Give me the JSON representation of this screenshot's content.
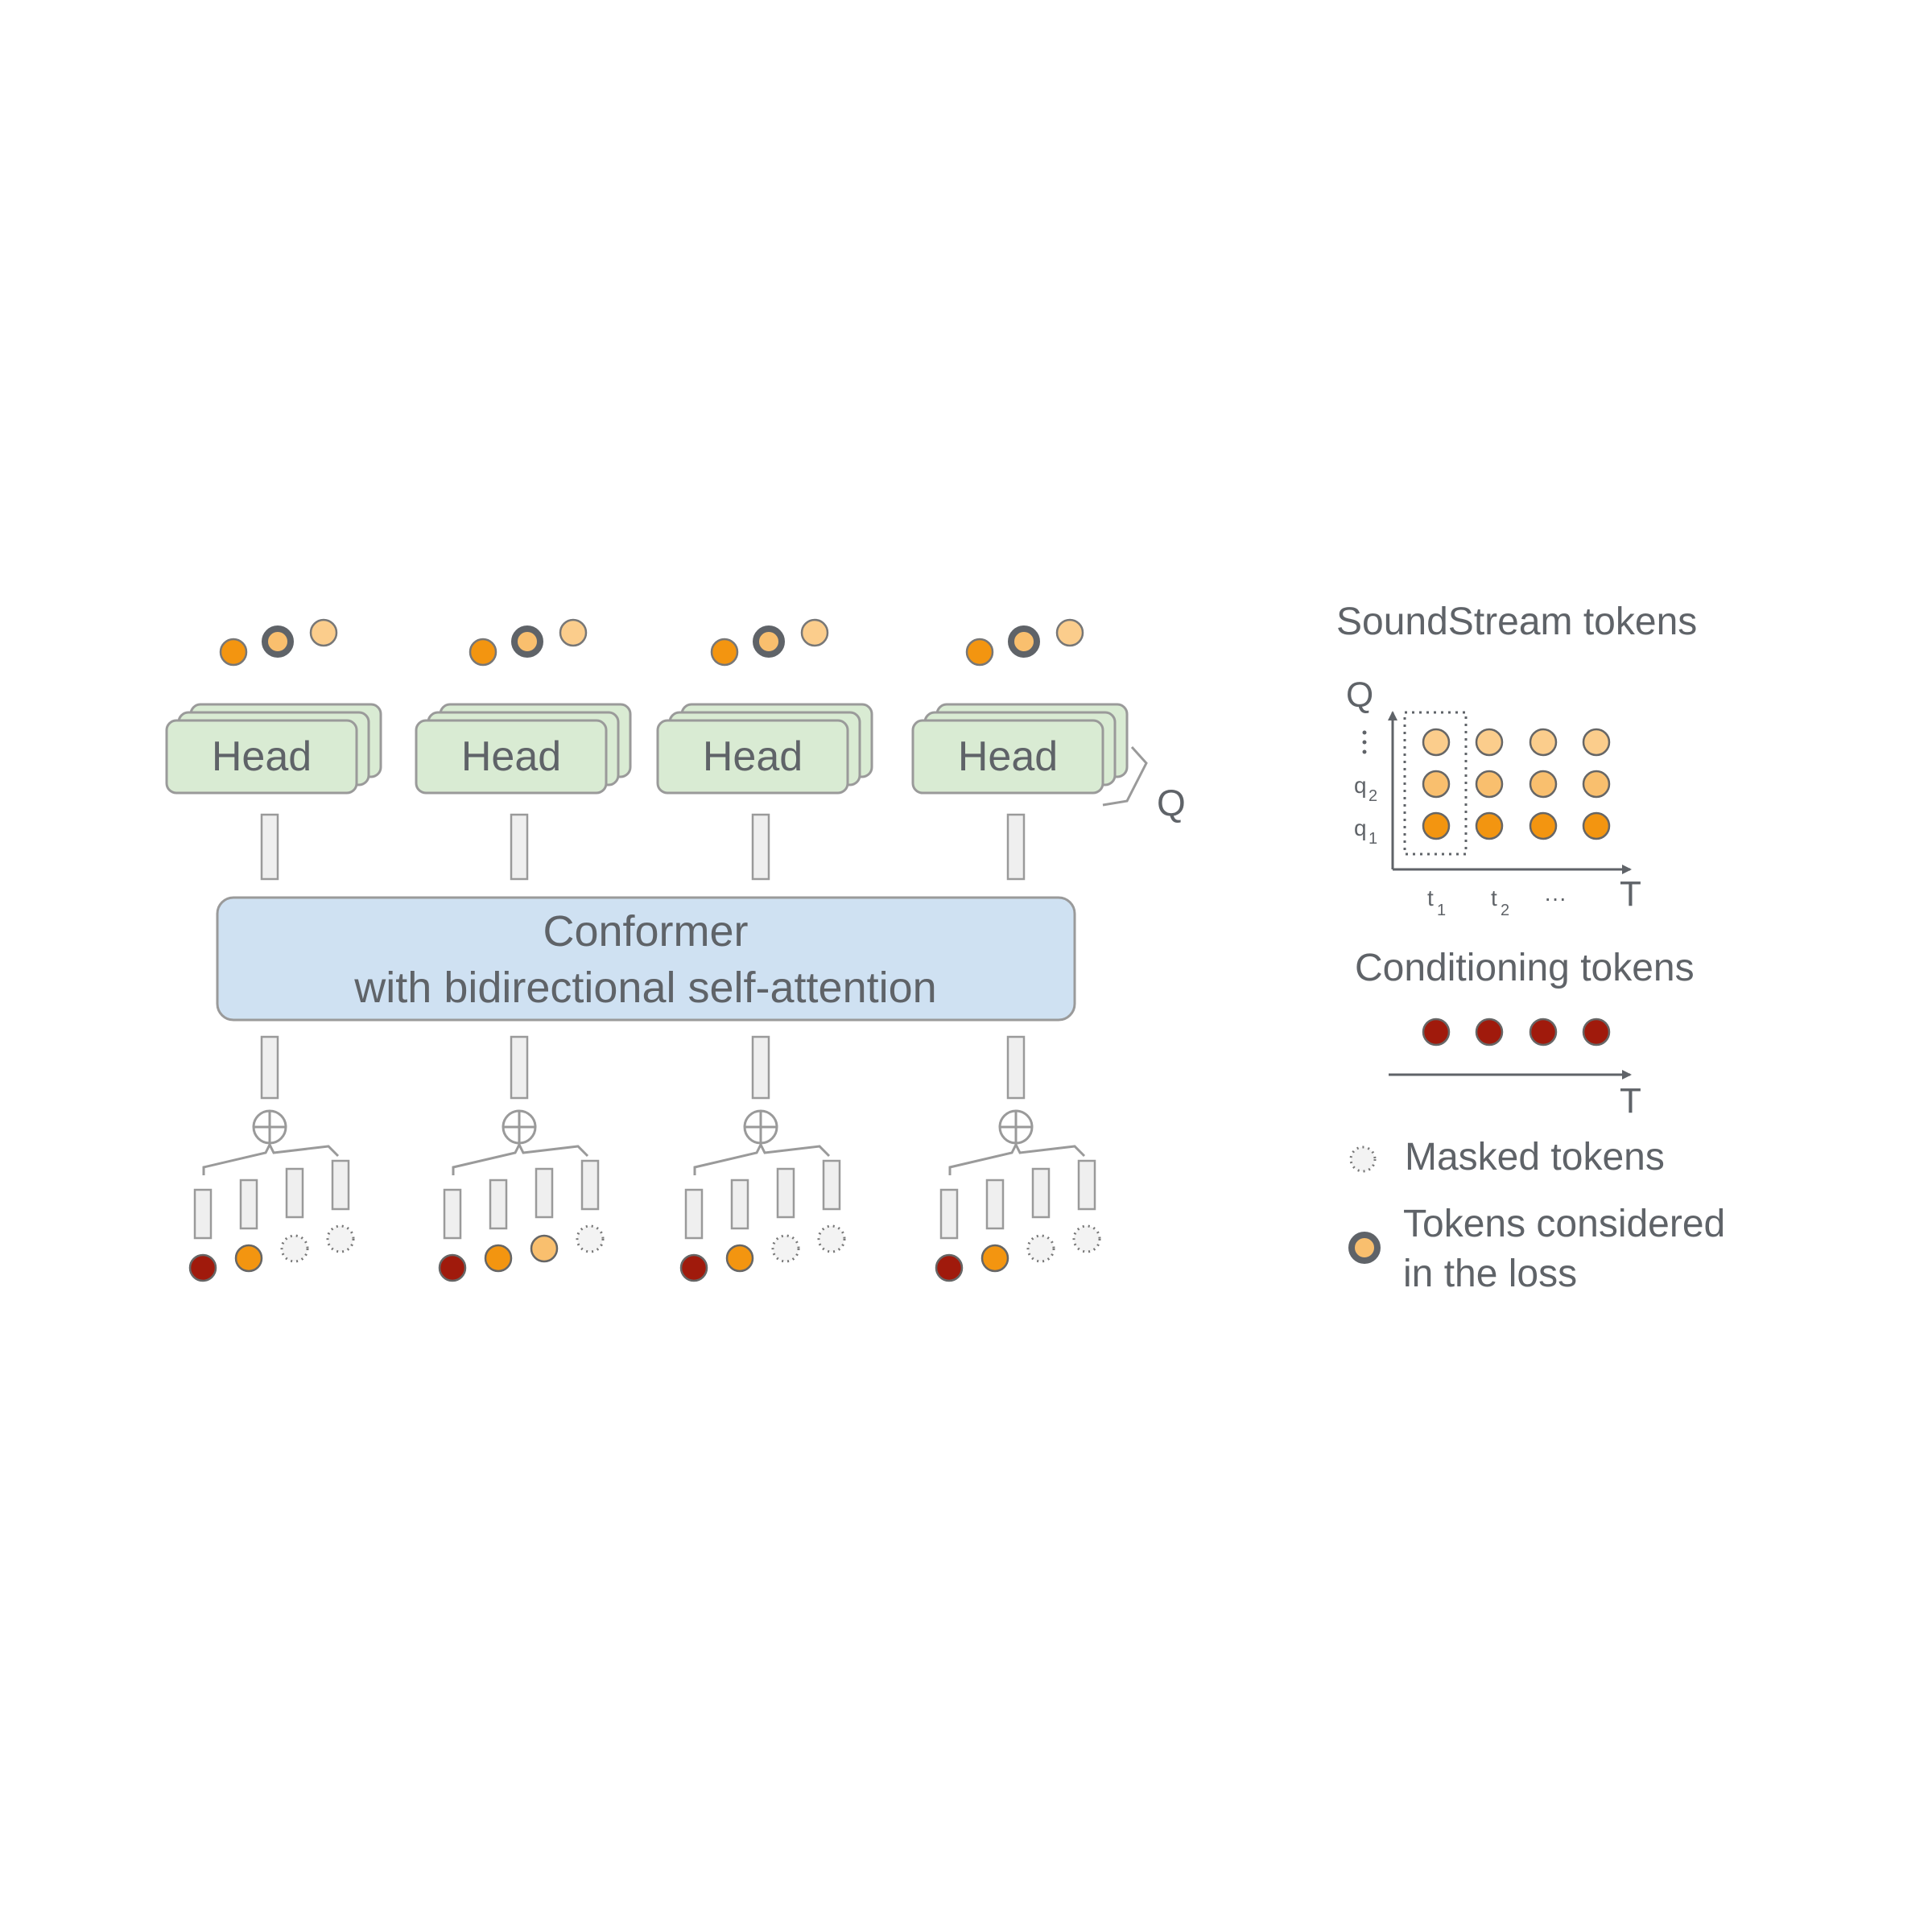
{
  "colors": {
    "token_q1": "#f39510",
    "token_q2": "#f9bf6e",
    "token_upper": "#fbcd8c",
    "conditioning": "#a01a0c",
    "loss_ring": "#5f6368",
    "head_fill": "#d9ebd3",
    "conformer_fill": "#cfe1f2",
    "box_stroke": "#9a9a9a",
    "text": "#5f6368"
  },
  "main": {
    "head_label": "Head",
    "conformer_line1": "Conformer",
    "conformer_line2": "with bidirectional self-attention",
    "q_label": "Q",
    "columns": [
      {
        "inputs": [
          "conditioning",
          "q1",
          "masked",
          "masked"
        ]
      },
      {
        "inputs": [
          "conditioning",
          "q1",
          "q2",
          "masked"
        ]
      },
      {
        "inputs": [
          "conditioning",
          "q1",
          "masked",
          "masked"
        ]
      },
      {
        "inputs": [
          "conditioning",
          "q1",
          "masked",
          "masked"
        ]
      }
    ],
    "loss_level": [
      2,
      0,
      2,
      2
    ]
  },
  "legend": {
    "soundstream_title": "SoundStream tokens",
    "axis_q": "Q",
    "axis_t": "T",
    "q_ticks": [
      ":",
      "q",
      "q"
    ],
    "q_subs": [
      "",
      "2",
      "1"
    ],
    "t_ticks": [
      "t",
      "t",
      "···"
    ],
    "t_subs": [
      "1",
      "2",
      ""
    ],
    "conditioning_title": "Conditioning tokens",
    "conditioning_axis": "T",
    "masked_label": "Masked tokens",
    "loss_label_line1": "Tokens considered",
    "loss_label_line2": "in the loss"
  }
}
